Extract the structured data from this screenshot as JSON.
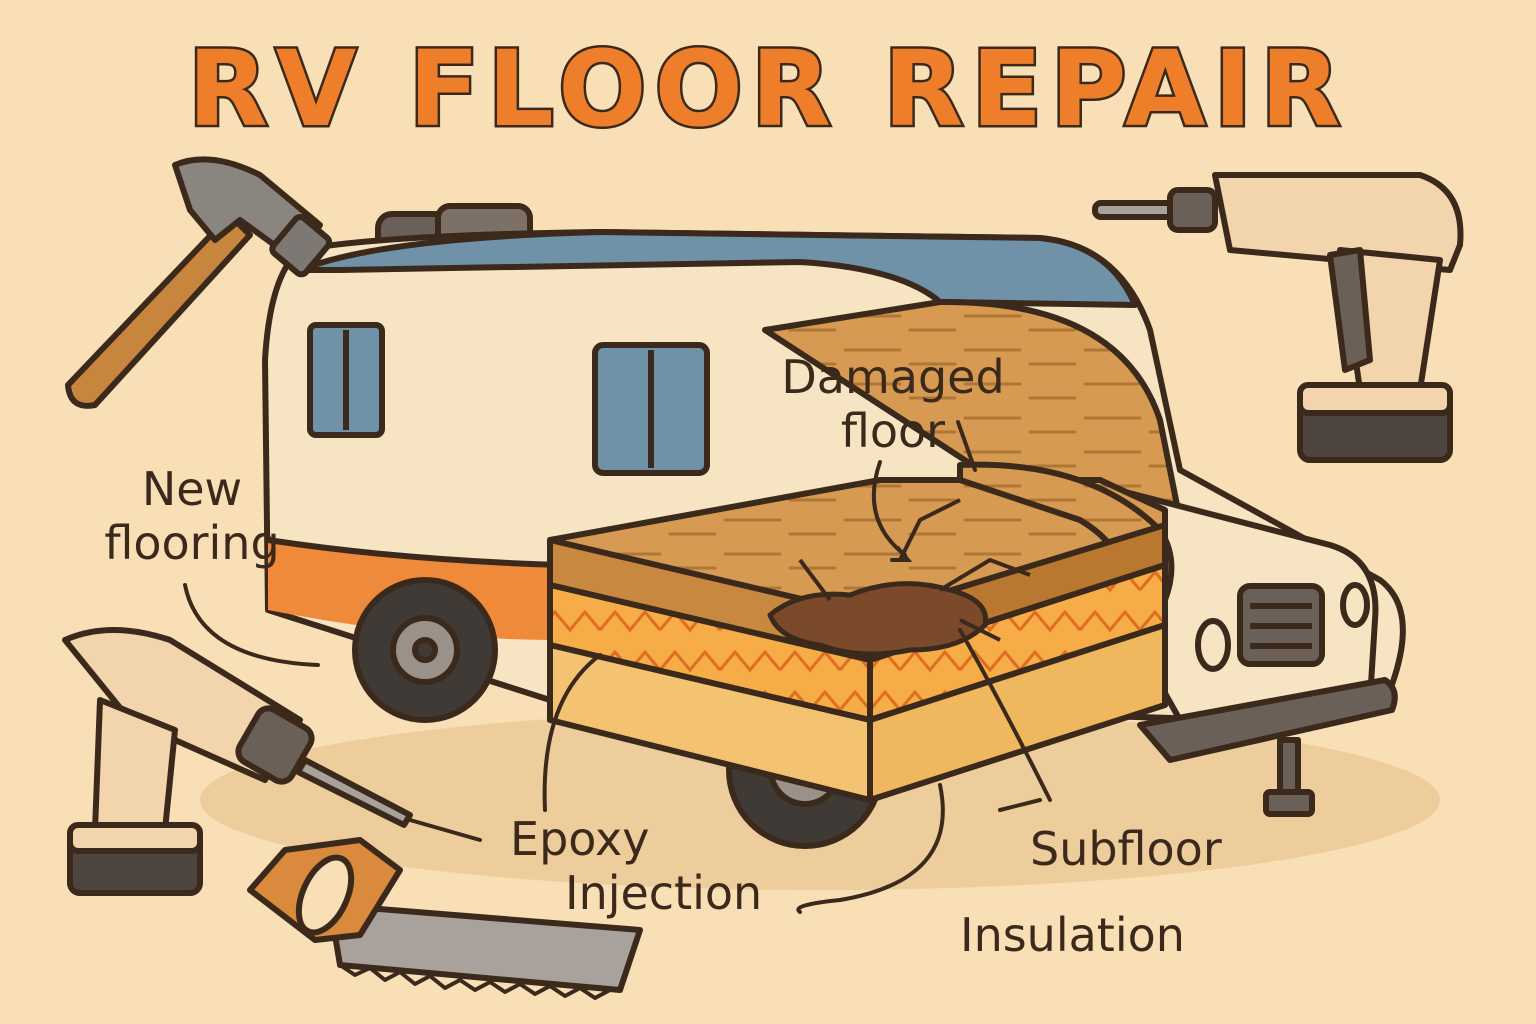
{
  "title": "RV FLOOR REPAIR",
  "labels": {
    "new_flooring": [
      "New",
      "flooring"
    ],
    "damaged_floor": [
      "Damaged",
      "floor"
    ],
    "epoxy_injection": [
      "Epoxy",
      "Injection"
    ],
    "subfloor": "Subfloor",
    "insulation": "Insulation"
  },
  "tools": [
    "hammer-icon",
    "drill-icon",
    "drill-icon",
    "hand-saw-icon"
  ],
  "colors": {
    "background": "#f8dfb6",
    "title": "#ef7e2b",
    "outline": "#3b2a1c",
    "rv_body": "#f6e4c2",
    "rv_roof": "#6f92a8",
    "stripe": "#ef8a3a",
    "wood": "#d69a52",
    "insulation": "#f5b04c",
    "damage": "#7a4a2a"
  }
}
